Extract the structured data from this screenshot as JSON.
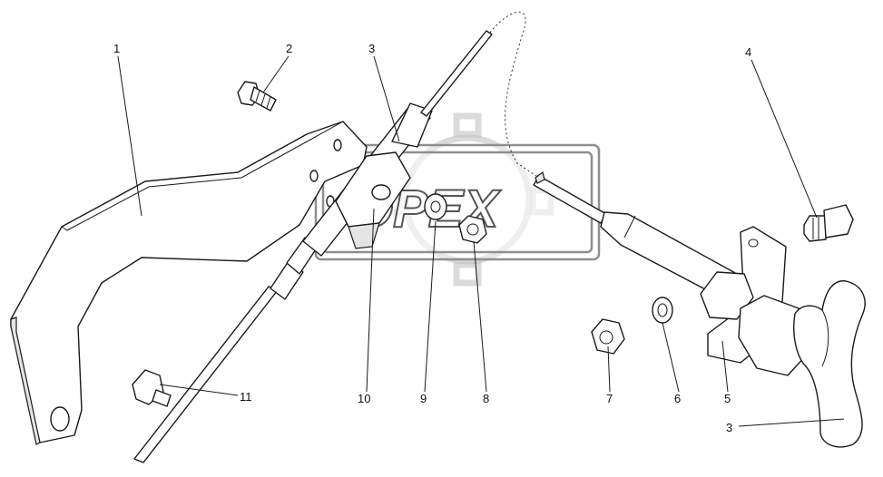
{
  "callouts": {
    "c1": "1",
    "c2": "2",
    "c3a": "3",
    "c3b": "3",
    "c4": "4",
    "c5": "5",
    "c6": "6",
    "c7": "7",
    "c8": "8",
    "c9": "9",
    "c10": "10",
    "c11": "11"
  },
  "watermark": {
    "brand": "OPEX"
  },
  "colors": {
    "line": "#1a1a1a",
    "watermark_gray": "#8f8f8f",
    "background": "#ffffff"
  }
}
